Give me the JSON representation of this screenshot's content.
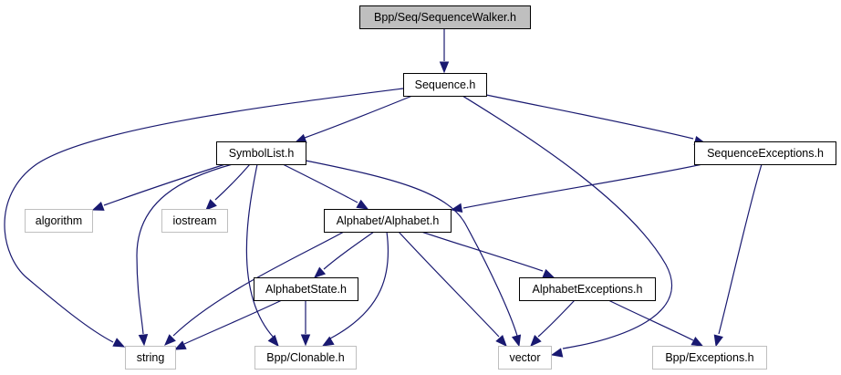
{
  "title": "Bpp/Seq/SequenceWalker.h include dependency graph",
  "colors": {
    "edge": "#191970",
    "root_fill": "#bfbfbf",
    "root_border": "#000000",
    "documented_border": "#000000",
    "external_border": "#bfbfbf",
    "node_fill": "#ffffff"
  },
  "nodes": [
    {
      "id": "root",
      "label": "Bpp/Seq/SequenceWalker.h",
      "kind": "root"
    },
    {
      "id": "sequence",
      "label": "Sequence.h",
      "kind": "documented"
    },
    {
      "id": "symbollist",
      "label": "SymbolList.h",
      "kind": "documented"
    },
    {
      "id": "seqexceptions",
      "label": "SequenceExceptions.h",
      "kind": "documented"
    },
    {
      "id": "algorithm",
      "label": "algorithm",
      "kind": "external"
    },
    {
      "id": "iostream",
      "label": "iostream",
      "kind": "external"
    },
    {
      "id": "alphabet",
      "label": "Alphabet/Alphabet.h",
      "kind": "documented"
    },
    {
      "id": "alphabetstate",
      "label": "AlphabetState.h",
      "kind": "documented"
    },
    {
      "id": "alphabetexceptions",
      "label": "AlphabetExceptions.h",
      "kind": "documented"
    },
    {
      "id": "string",
      "label": "string",
      "kind": "external"
    },
    {
      "id": "clonable",
      "label": "Bpp/Clonable.h",
      "kind": "external"
    },
    {
      "id": "vector",
      "label": "vector",
      "kind": "external"
    },
    {
      "id": "exceptions",
      "label": "Bpp/Exceptions.h",
      "kind": "external"
    }
  ],
  "edges": [
    {
      "from": "root",
      "to": "sequence"
    },
    {
      "from": "sequence",
      "to": "symbollist"
    },
    {
      "from": "sequence",
      "to": "seqexceptions"
    },
    {
      "from": "sequence",
      "to": "string"
    },
    {
      "from": "sequence",
      "to": "vector"
    },
    {
      "from": "symbollist",
      "to": "algorithm"
    },
    {
      "from": "symbollist",
      "to": "iostream"
    },
    {
      "from": "symbollist",
      "to": "alphabet"
    },
    {
      "from": "symbollist",
      "to": "string"
    },
    {
      "from": "symbollist",
      "to": "clonable"
    },
    {
      "from": "symbollist",
      "to": "vector"
    },
    {
      "from": "seqexceptions",
      "to": "alphabet"
    },
    {
      "from": "seqexceptions",
      "to": "exceptions"
    },
    {
      "from": "alphabet",
      "to": "alphabetstate"
    },
    {
      "from": "alphabet",
      "to": "alphabetexceptions"
    },
    {
      "from": "alphabet",
      "to": "string"
    },
    {
      "from": "alphabet",
      "to": "clonable"
    },
    {
      "from": "alphabet",
      "to": "vector"
    },
    {
      "from": "alphabetstate",
      "to": "string"
    },
    {
      "from": "alphabetstate",
      "to": "clonable"
    },
    {
      "from": "alphabetexceptions",
      "to": "vector"
    },
    {
      "from": "alphabetexceptions",
      "to": "exceptions"
    }
  ]
}
